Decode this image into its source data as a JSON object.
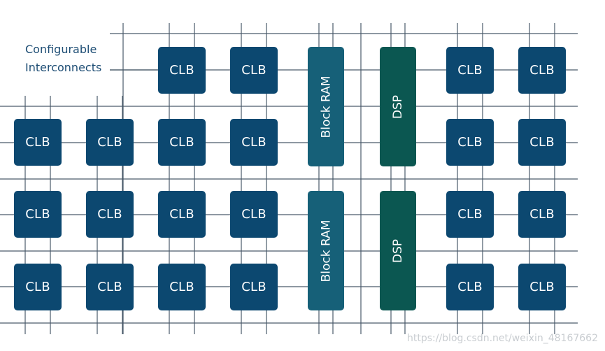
{
  "legend": {
    "line1": "Configurable",
    "line2": "Interconnects"
  },
  "labels": {
    "clb": "CLB",
    "block_ram": "Block RAM",
    "dsp": "DSP"
  },
  "colors": {
    "clb": "#0c4870",
    "block_ram": "#166078",
    "dsp": "#0b5751",
    "interconnect": "#4a5a6a"
  },
  "watermark": "https://blog.csdn.net/weixin_48167662"
}
